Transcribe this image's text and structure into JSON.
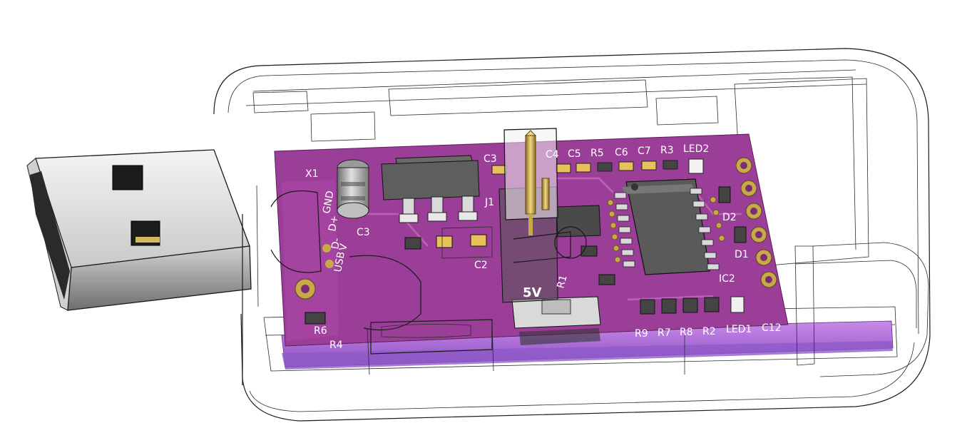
{
  "image": {
    "subject": "USB to serial adapter board inside a transparent enclosure"
  },
  "silkscreen": {
    "c3": "C3",
    "c4": "C4",
    "c5": "C5",
    "r5": "R5",
    "c6": "C6",
    "c7": "C7",
    "r3": "R3",
    "led2": "LED2",
    "x1": "X1",
    "gnd": "GND",
    "d_plus": "D+",
    "d_minus": "D-",
    "usb": "USB",
    "c3b": "C3",
    "c2": "C2",
    "j1": "J1",
    "r1": "R1",
    "v5": "5V",
    "d2": "D2",
    "d1": "D1",
    "ic2": "IC2",
    "r9": "R9",
    "r7": "R7",
    "r8": "R8",
    "r2": "R2",
    "led1": "LED1",
    "c12": "C12",
    "r6": "R6",
    "r4": "R4",
    "v": "V"
  },
  "colors": {
    "pcb": "#9b3e98",
    "pcb_dark": "#7a2a7a",
    "pcb_edge": "#c77fe0",
    "pad_gold": "#c8a94a",
    "chip": "#5e5e5e",
    "usb_metal": "#d8d8d8",
    "enclosure": "#e9e9e9"
  }
}
